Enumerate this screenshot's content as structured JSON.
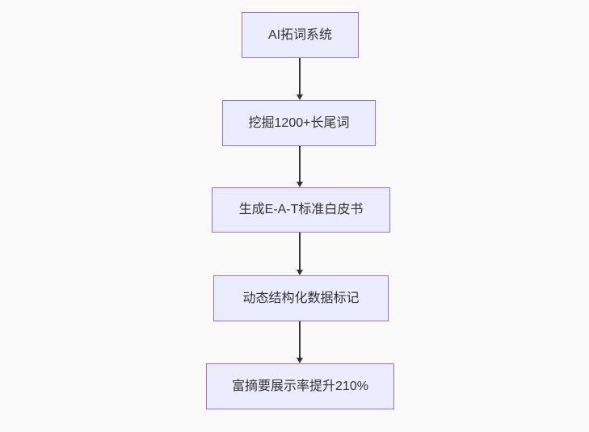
{
  "diagram": {
    "type": "flowchart",
    "direction": "top-down",
    "nodes": [
      {
        "id": "A",
        "label": "AI拓词系统"
      },
      {
        "id": "B",
        "label": "挖掘1200+长尾词"
      },
      {
        "id": "C",
        "label": "生成E-A-T标准白皮书"
      },
      {
        "id": "D",
        "label": "动态结构化数据标记"
      },
      {
        "id": "E",
        "label": "富摘要展示率提升210%"
      }
    ],
    "edges": [
      {
        "from": "A",
        "to": "B"
      },
      {
        "from": "B",
        "to": "C"
      },
      {
        "from": "C",
        "to": "D"
      },
      {
        "from": "D",
        "to": "E"
      }
    ]
  },
  "colors": {
    "background": "#fafafa",
    "node_fill": "#ececff",
    "node_border": "#9370db",
    "text": "#333333",
    "arrow": "#333333"
  }
}
